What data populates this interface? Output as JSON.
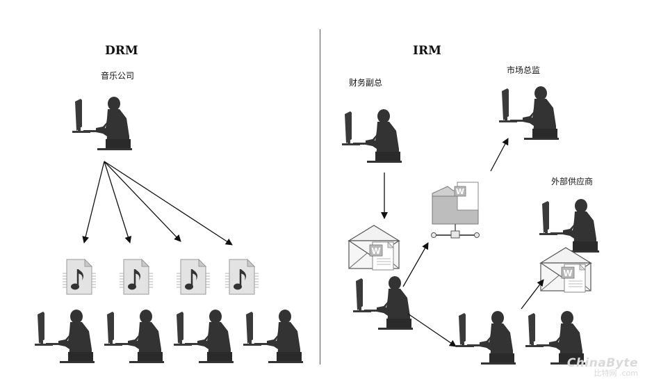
{
  "left": {
    "heading": "DRM",
    "source_label": "音乐公司"
  },
  "right": {
    "heading": "IRM",
    "source_label": "财务副总",
    "top_label": "市场总监",
    "side_label": "外部供应商"
  },
  "watermark": {
    "line1": "ChinaByte",
    "line2": "比特网",
    "suffix": ".com"
  },
  "icons": {
    "person": "person-at-computer-icon",
    "music": "music-file-icon",
    "mail": "envelope-with-word-document-icon",
    "server": "network-folder-server-icon"
  }
}
